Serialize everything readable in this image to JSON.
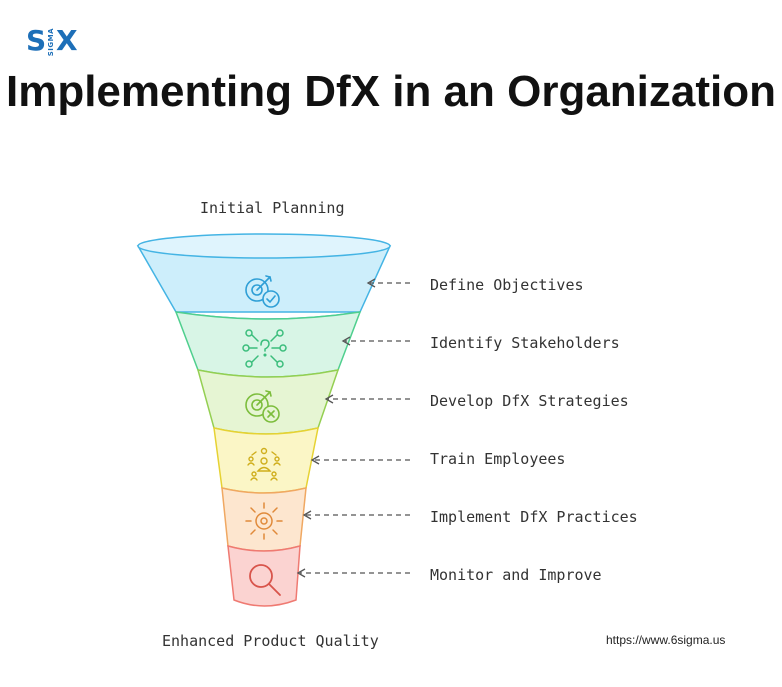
{
  "brand": {
    "logo_letters_left": "S",
    "logo_letters_right": "X",
    "logo_small": "SIGMA",
    "url": "https://www.6sigma.us"
  },
  "title": "Implementing DfX in an Organization",
  "top_label": "Initial Planning",
  "bottom_label": "Enhanced Product Quality",
  "stages": [
    {
      "label": "Define Objectives",
      "icon": "target-check-icon",
      "color": "#cdeefb",
      "stroke": "#44b4e4"
    },
    {
      "label": "Identify Stakeholders",
      "icon": "network-question-icon",
      "color": "#d8f5e6",
      "stroke": "#4fcf8e"
    },
    {
      "label": "Develop DfX Strategies",
      "icon": "target-cross-icon",
      "color": "#e6f5d3",
      "stroke": "#94cf52"
    },
    {
      "label": "Train Employees",
      "icon": "team-training-icon",
      "color": "#fbf6c6",
      "stroke": "#e6d233"
    },
    {
      "label": "Implement DfX Practices",
      "icon": "gear-sun-icon",
      "color": "#fde6cf",
      "stroke": "#f0a862"
    },
    {
      "label": "Monitor and Improve",
      "icon": "magnifier-icon",
      "color": "#fbd3d1",
      "stroke": "#ef7a72"
    }
  ]
}
